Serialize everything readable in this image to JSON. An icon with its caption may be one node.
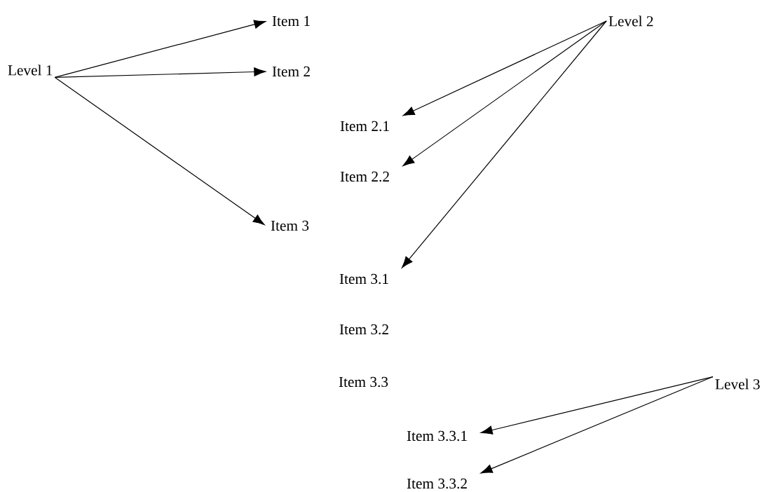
{
  "diagram": {
    "nodes": [
      {
        "text": [
          "Level 1"
        ]
      },
      {
        "text": [
          "Item 1"
        ]
      },
      {
        "text": [
          "Item 2"
        ]
      },
      {
        "text": [
          "Item 3"
        ]
      },
      {
        "text": [
          "Level 2"
        ]
      },
      {
        "text": [
          "Item 2.1"
        ]
      },
      {
        "text": [
          "Item 2.2"
        ]
      },
      {
        "text": [
          "Item 3.1"
        ]
      },
      {
        "text": [
          "Item 3.2"
        ]
      },
      {
        "text": [
          "Item 3.3"
        ]
      },
      {
        "text": [
          "Level 3"
        ]
      },
      {
        "text": [
          "Item 3.3.1"
        ]
      },
      {
        "text": [
          "Item 3.3.2"
        ]
      }
    ],
    "edges": [
      {
        "from": 0,
        "to": 1,
        "arrow": "to"
      },
      {
        "from": 0,
        "to": 2,
        "arrow": "to"
      },
      {
        "from": 0,
        "to": 3,
        "arrow": "to"
      },
      {
        "from": 4,
        "to": 5,
        "arrow": "to"
      },
      {
        "from": 4,
        "to": 6,
        "arrow": "to"
      },
      {
        "from": 4,
        "to": 7,
        "arrow": "to"
      },
      {
        "from": 10,
        "to": 11,
        "arrow": "to"
      },
      {
        "from": 10,
        "to": 12,
        "arrow": "to"
      }
    ]
  }
}
